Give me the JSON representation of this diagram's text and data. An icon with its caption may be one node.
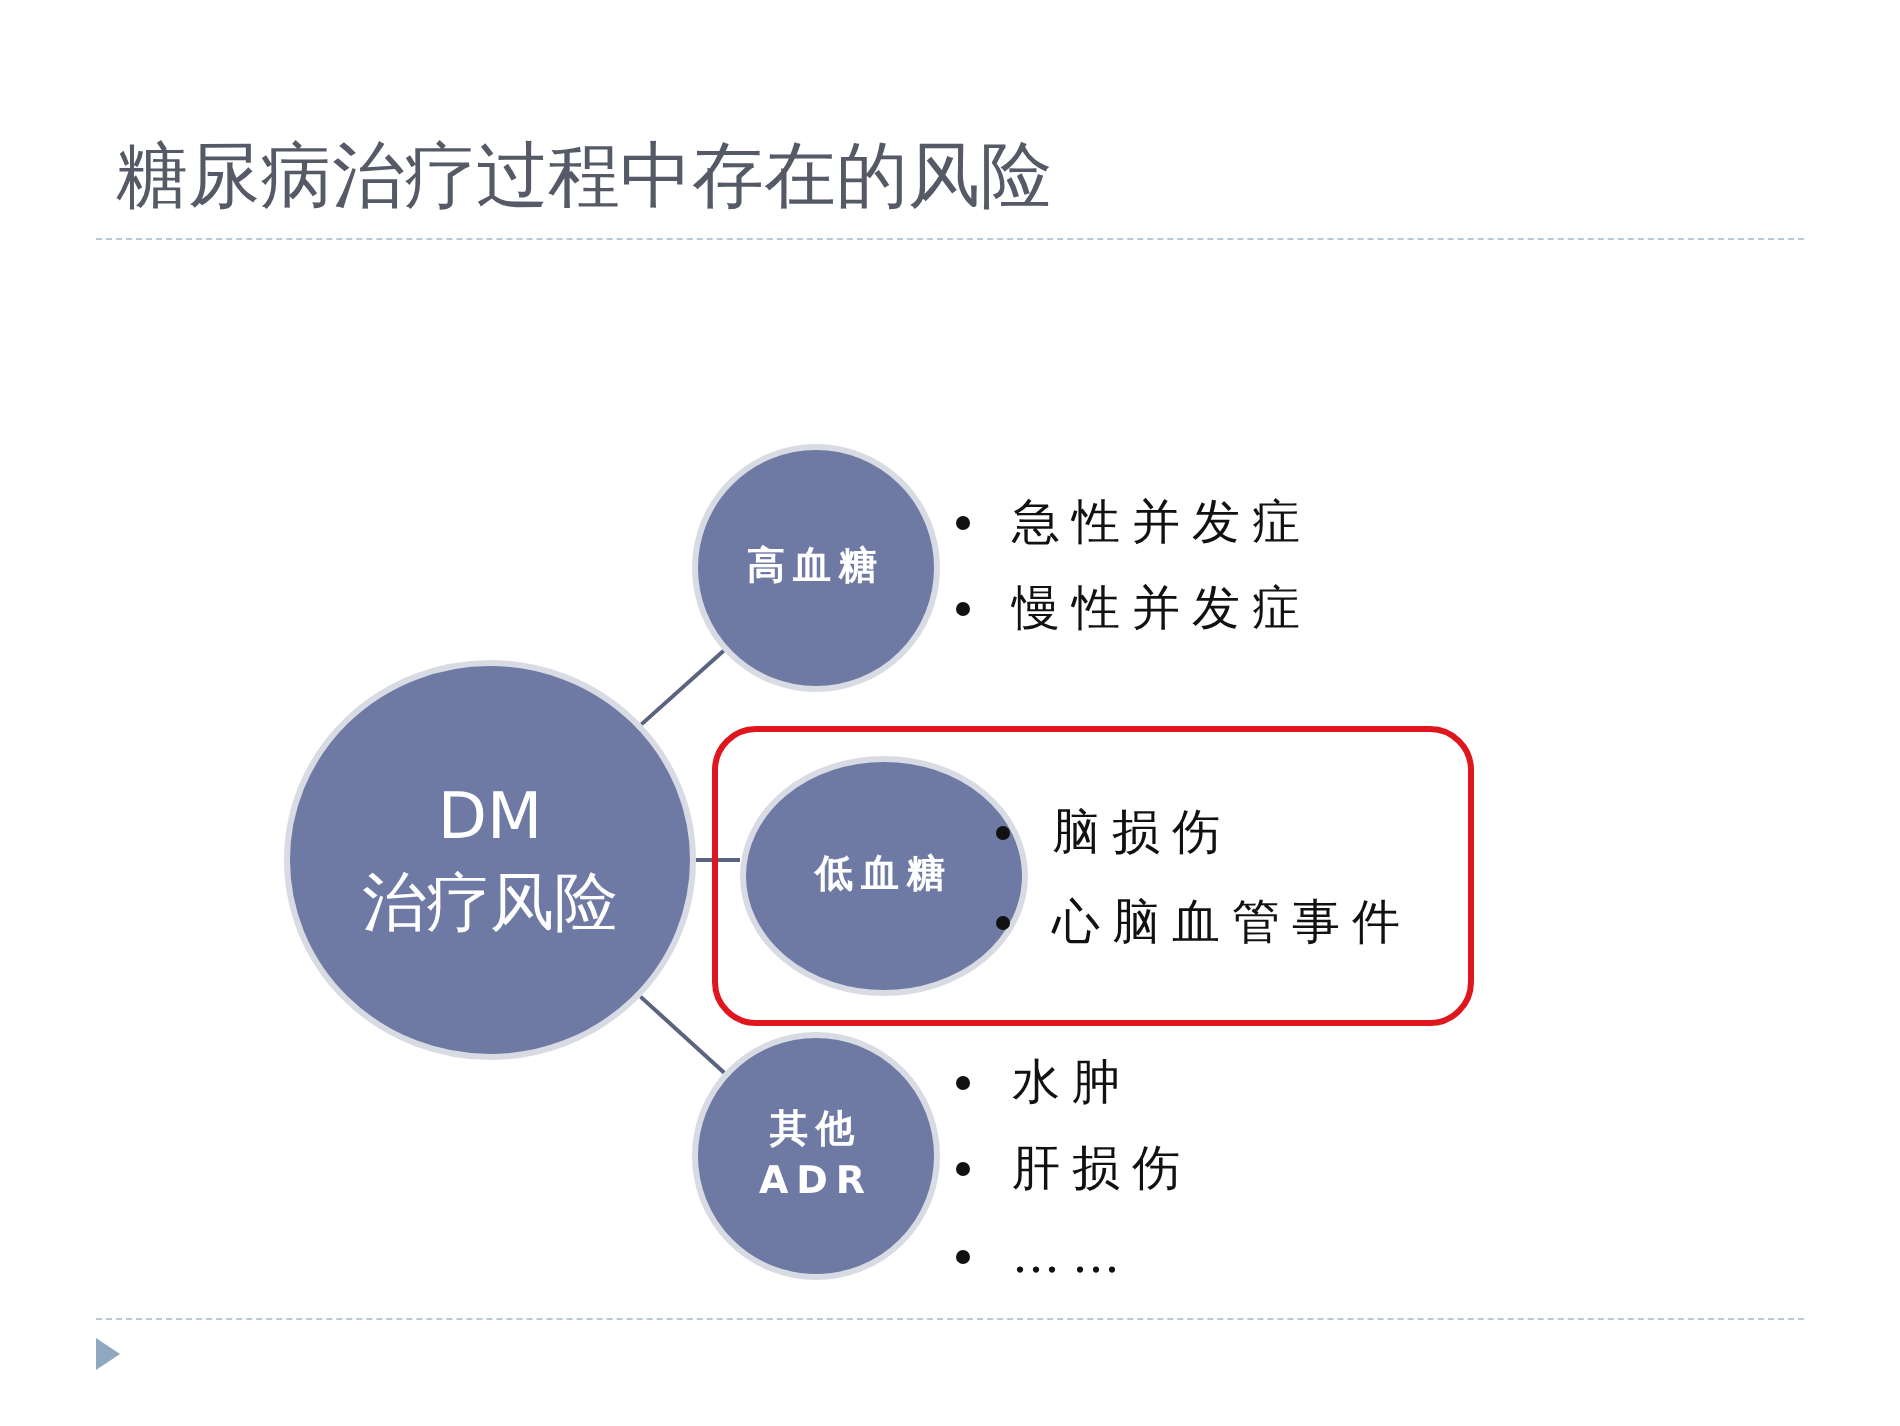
{
  "diagram": {
    "title": "糖尿病治疗过程中存在的风险",
    "nodes": [
      {
        "text": [
          "DM 治疗风险"
        ]
      },
      {
        "text": [
          "高血糖"
        ],
        "beside": [
          "急性并发症",
          "慢性并发症"
        ]
      },
      {
        "text": [],
        "shape": "box"
      },
      {
        "text": [
          "低血糖"
        ],
        "in": 2,
        "beside": [
          "脑损伤",
          "心脑血管事件"
        ]
      },
      {
        "text": [
          "其他 ADR"
        ],
        "beside": [
          "水肿",
          "肝损伤",
          "……"
        ]
      }
    ],
    "edges": [
      {
        "from": 0,
        "to": 1,
        "arrow": "none"
      },
      {
        "from": 0,
        "to": 3,
        "arrow": "none"
      },
      {
        "from": 0,
        "to": 4,
        "arrow": "none"
      }
    ]
  }
}
